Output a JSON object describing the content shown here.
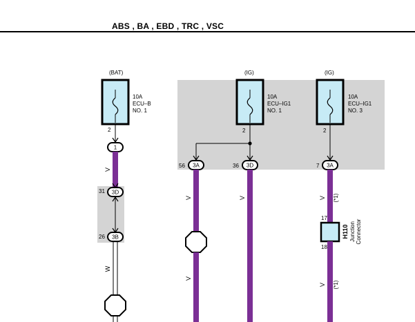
{
  "header": {
    "title": "ABS , BA , EBD , TRC , VSC"
  },
  "colors": {
    "wire": "#7b2f95",
    "shade": "#d4d4d4",
    "fuse_fill": "#c7ebf6",
    "junction_fill": "#c7ebf6"
  },
  "fuses": [
    {
      "source": "(BAT)",
      "rating": "10A",
      "name": "ECU–B",
      "no": "NO. 1",
      "pin": "2"
    },
    {
      "source": "(IG)",
      "rating": "10A",
      "name": "ECU–IG1",
      "no": "NO. 1",
      "pin": "2"
    },
    {
      "source": "(IG)",
      "rating": "10A",
      "name": "ECU–IG1",
      "no": "NO. 3",
      "pin": "2"
    }
  ],
  "connectors": {
    "c1": {
      "pin": "",
      "code": "1"
    },
    "c2": {
      "pin": "31",
      "code": "3D"
    },
    "c3": {
      "pin": "26",
      "code": "3B"
    },
    "c4": {
      "pin": "56",
      "code": "3A"
    },
    "c5": {
      "pin": "36",
      "code": "3D"
    },
    "c6": {
      "pin": "7",
      "code": "3A"
    }
  },
  "wires": {
    "v": "V",
    "w": "W",
    "note": "(*1)"
  },
  "junction": {
    "id": "H110",
    "label1": "Junction",
    "label2": "Connector",
    "pin_top": "17",
    "pin_bottom": "18"
  }
}
